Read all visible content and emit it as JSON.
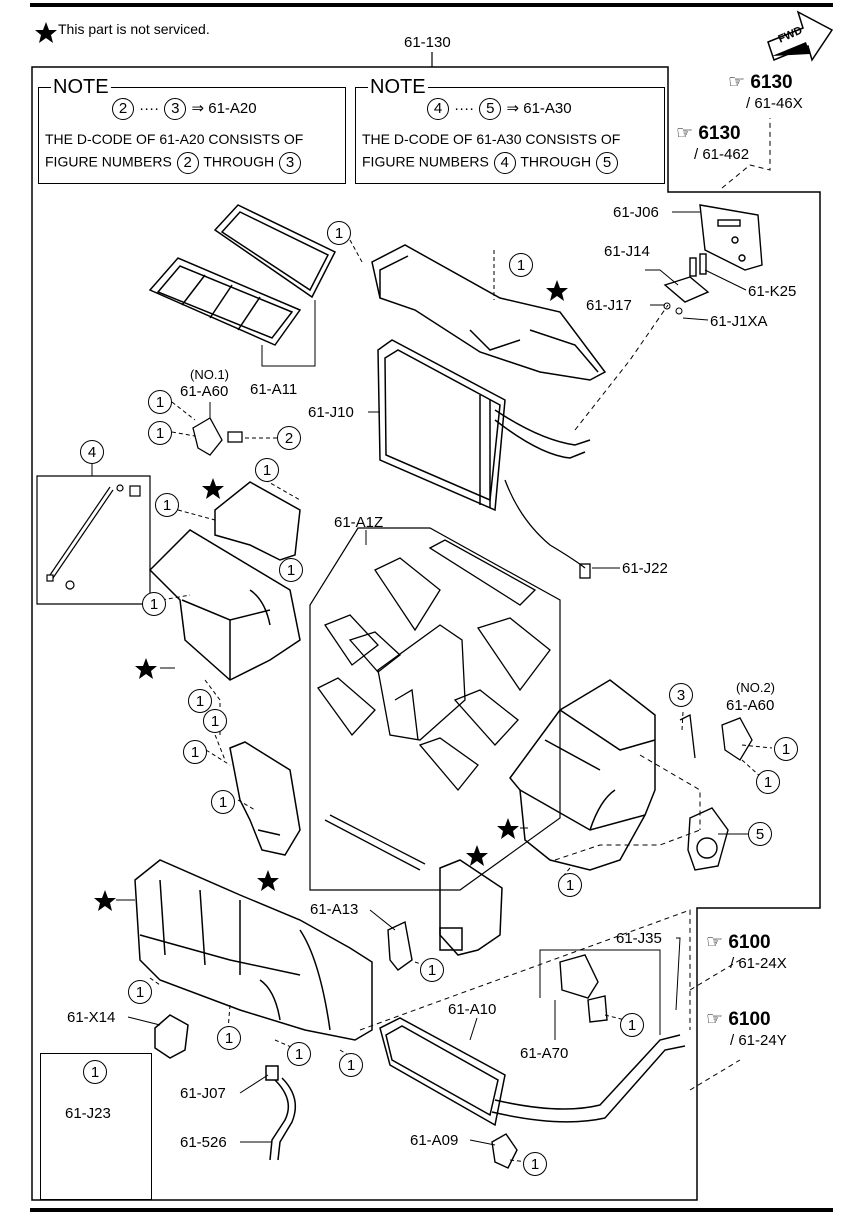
{
  "legend": {
    "star_text": "This part is not serviced."
  },
  "assembly_label": "61-130",
  "notes": [
    {
      "title": "NOTE",
      "range_from": "2",
      "range_to": "3",
      "target": "61-A20",
      "text_line1": "THE D-CODE OF  61-A20 CONSISTS OF",
      "text_prefix": "FIGURE NUMBERS",
      "text_through": "THROUGH"
    },
    {
      "title": "NOTE",
      "range_from": "4",
      "range_to": "5",
      "target": "61-A30",
      "text_line1": "THE D-CODE OF  61-A30 CONSISTS OF",
      "text_prefix": "FIGURE NUMBERS",
      "text_through": "THROUGH"
    }
  ],
  "fwd_label": "FWD",
  "refs": [
    {
      "id": "ref-6130-a",
      "main": "6130",
      "sub": "/ 61-46X"
    },
    {
      "id": "ref-6130-b",
      "main": "6130",
      "sub": "/ 61-462"
    },
    {
      "id": "ref-6100-a",
      "main": "6100",
      "sub": "/ 61-24X"
    },
    {
      "id": "ref-6100-b",
      "main": "6100",
      "sub": "/ 61-24Y"
    }
  ],
  "parts": {
    "j06": "61-J06",
    "j14": "61-J14",
    "k25": "61-K25",
    "j17": "61-J17",
    "j1xa": "61-J1XA",
    "a11": "61-A11",
    "j10": "61-J10",
    "a60_1_tag": "(NO.1)",
    "a60_1": "61-A60",
    "a1z": "61-A1Z",
    "j22": "61-J22",
    "a60_2_tag": "(NO.2)",
    "a60_2": "61-A60",
    "a13": "61-A13",
    "j35": "61-J35",
    "a10": "61-A10",
    "a70": "61-A70",
    "x14": "61-X14",
    "j07": "61-J07",
    "p526": "61-526",
    "a09": "61-A09"
  },
  "callouts": [
    "1",
    "2",
    "3",
    "4",
    "5"
  ],
  "part_legend": {
    "number": "1",
    "part": "61-J23"
  }
}
